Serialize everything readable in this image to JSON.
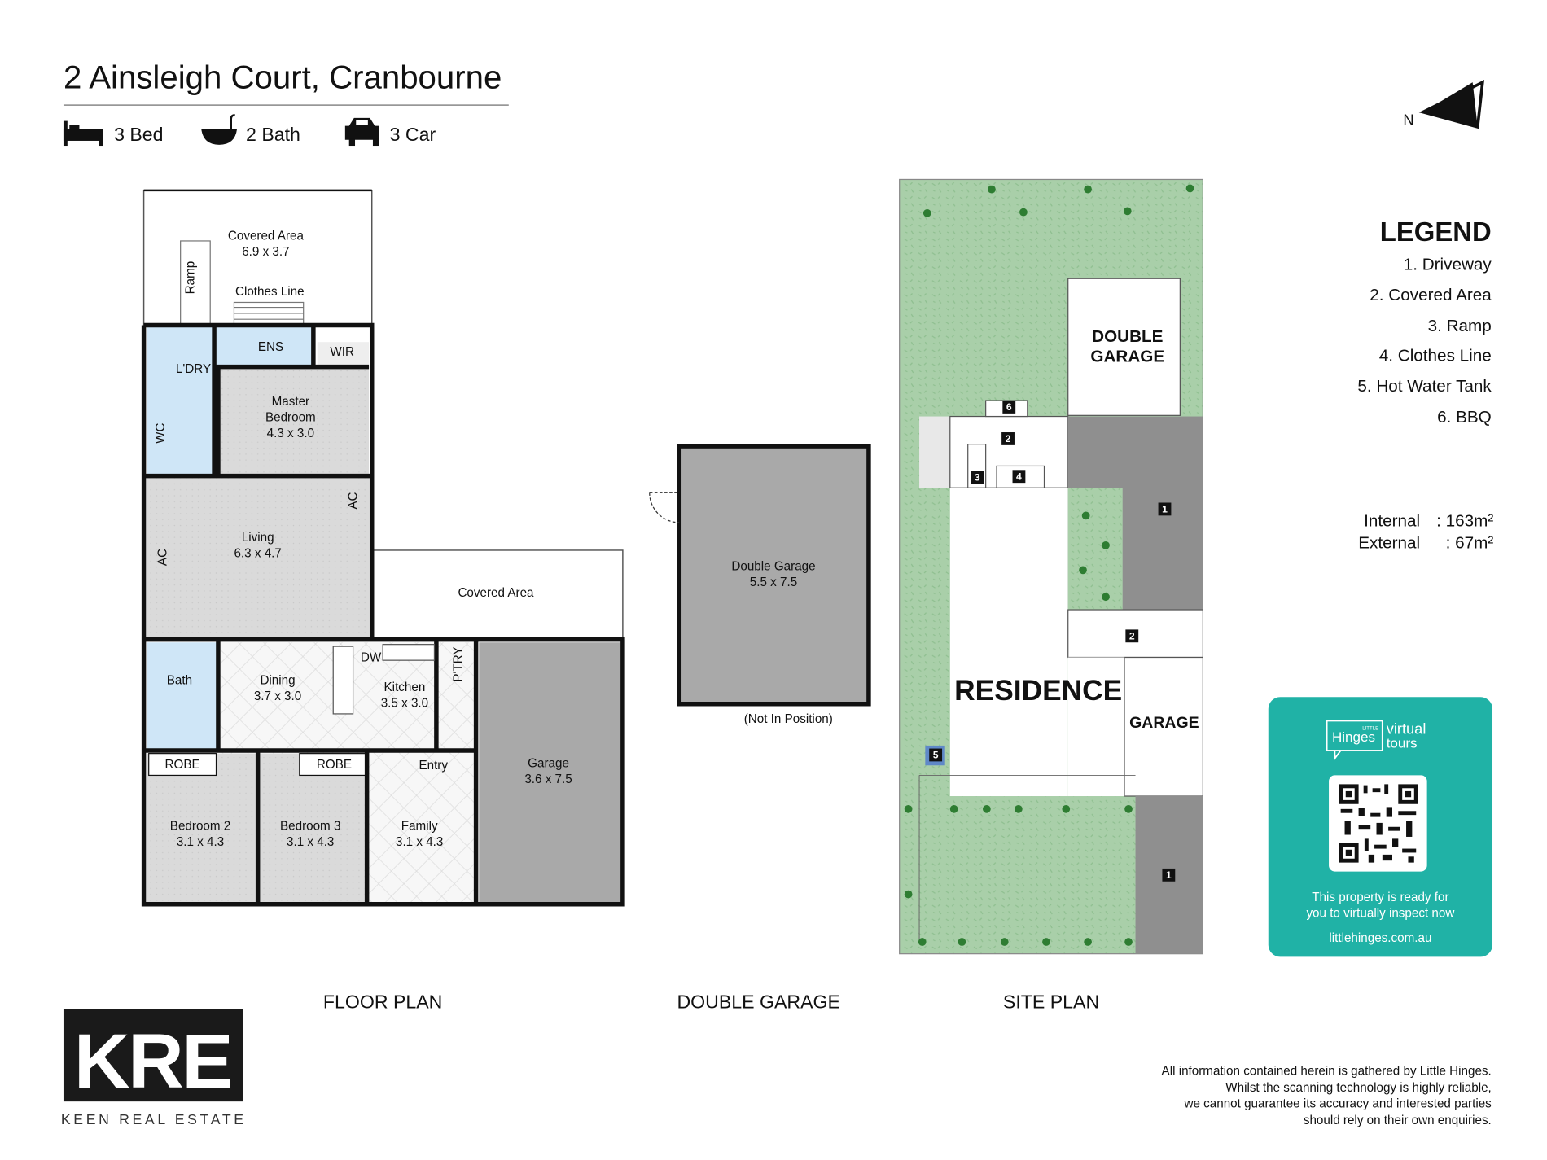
{
  "header": {
    "title": "2 Ainsleigh Court, Cranbourne",
    "features": [
      {
        "icon": "bed-icon",
        "label": "3 Bed"
      },
      {
        "icon": "bath-icon",
        "label": "2 Bath"
      },
      {
        "icon": "car-icon",
        "label": "3 Car"
      }
    ]
  },
  "compass": {
    "label": "N"
  },
  "floor_plan": {
    "caption": "FLOOR PLAN",
    "rooms": {
      "covered_top": {
        "name": "Covered Area",
        "size": "6.9 x 3.7"
      },
      "ramp": "Ramp",
      "clothes_line": "Clothes Line",
      "laundry": "L'DRY",
      "ensuite": "ENS",
      "wir": "WIR",
      "wc": "WC",
      "master": {
        "name1": "Master",
        "name2": "Bedroom",
        "size": "4.3 x 3.0"
      },
      "living": {
        "name": "Living",
        "size": "6.3 x 4.7"
      },
      "ac": "AC",
      "covered_side": {
        "name": "Covered Area"
      },
      "bath": "Bath",
      "dining": {
        "name": "Dining",
        "size": "3.7 x 3.0"
      },
      "dw": "DW",
      "kitchen": {
        "name": "Kitchen",
        "size": "3.5 x 3.0"
      },
      "pantry": "P'TRY",
      "entry": "Entry",
      "garage": {
        "name": "Garage",
        "size": "3.6 x 7.5"
      },
      "robe": "ROBE",
      "bedroom2": {
        "name": "Bedroom 2",
        "size": "3.1 x 4.3"
      },
      "bedroom3": {
        "name": "Bedroom 3",
        "size": "3.1 x 4.3"
      },
      "family": {
        "name": "Family",
        "size": "3.1 x 4.3"
      }
    }
  },
  "double_garage": {
    "caption": "DOUBLE GARAGE",
    "name": "Double Garage",
    "size": "5.5 x 7.5",
    "note": "(Not In Position)"
  },
  "site_plan": {
    "caption": "SITE PLAN",
    "double_garage_1": "DOUBLE",
    "double_garage_2": "GARAGE",
    "residence": "RESIDENCE",
    "garage": "GARAGE",
    "markers": [
      "1",
      "2",
      "3",
      "4",
      "5",
      "6"
    ]
  },
  "legend": {
    "title": "LEGEND",
    "items": [
      "1. Driveway",
      "2. Covered Area",
      "3. Ramp",
      "4. Clothes Line",
      "5. Hot Water Tank",
      "6. BBQ"
    ]
  },
  "areas": {
    "internal_label": "Internal",
    "internal_value": ": 163m²",
    "external_label": "External",
    "external_value": ":   67m²"
  },
  "promo": {
    "brand_small": "LITTLE",
    "brand": "Hinges",
    "tag1": "virtual",
    "tag2": "tours",
    "line1": "This property is ready for",
    "line2": "you to virtually inspect now",
    "url": "littlehinges.com.au",
    "color": "#20b2a6"
  },
  "agency": {
    "logo_text": "KRE",
    "name": "KEEN REAL ESTATE"
  },
  "disclaimer": [
    "All information contained herein is gathered by Little Hinges.",
    "Whilst the scanning technology is highly reliable,",
    "we cannot guarantee its accuracy and interested parties",
    "should rely on their own enquiries."
  ]
}
